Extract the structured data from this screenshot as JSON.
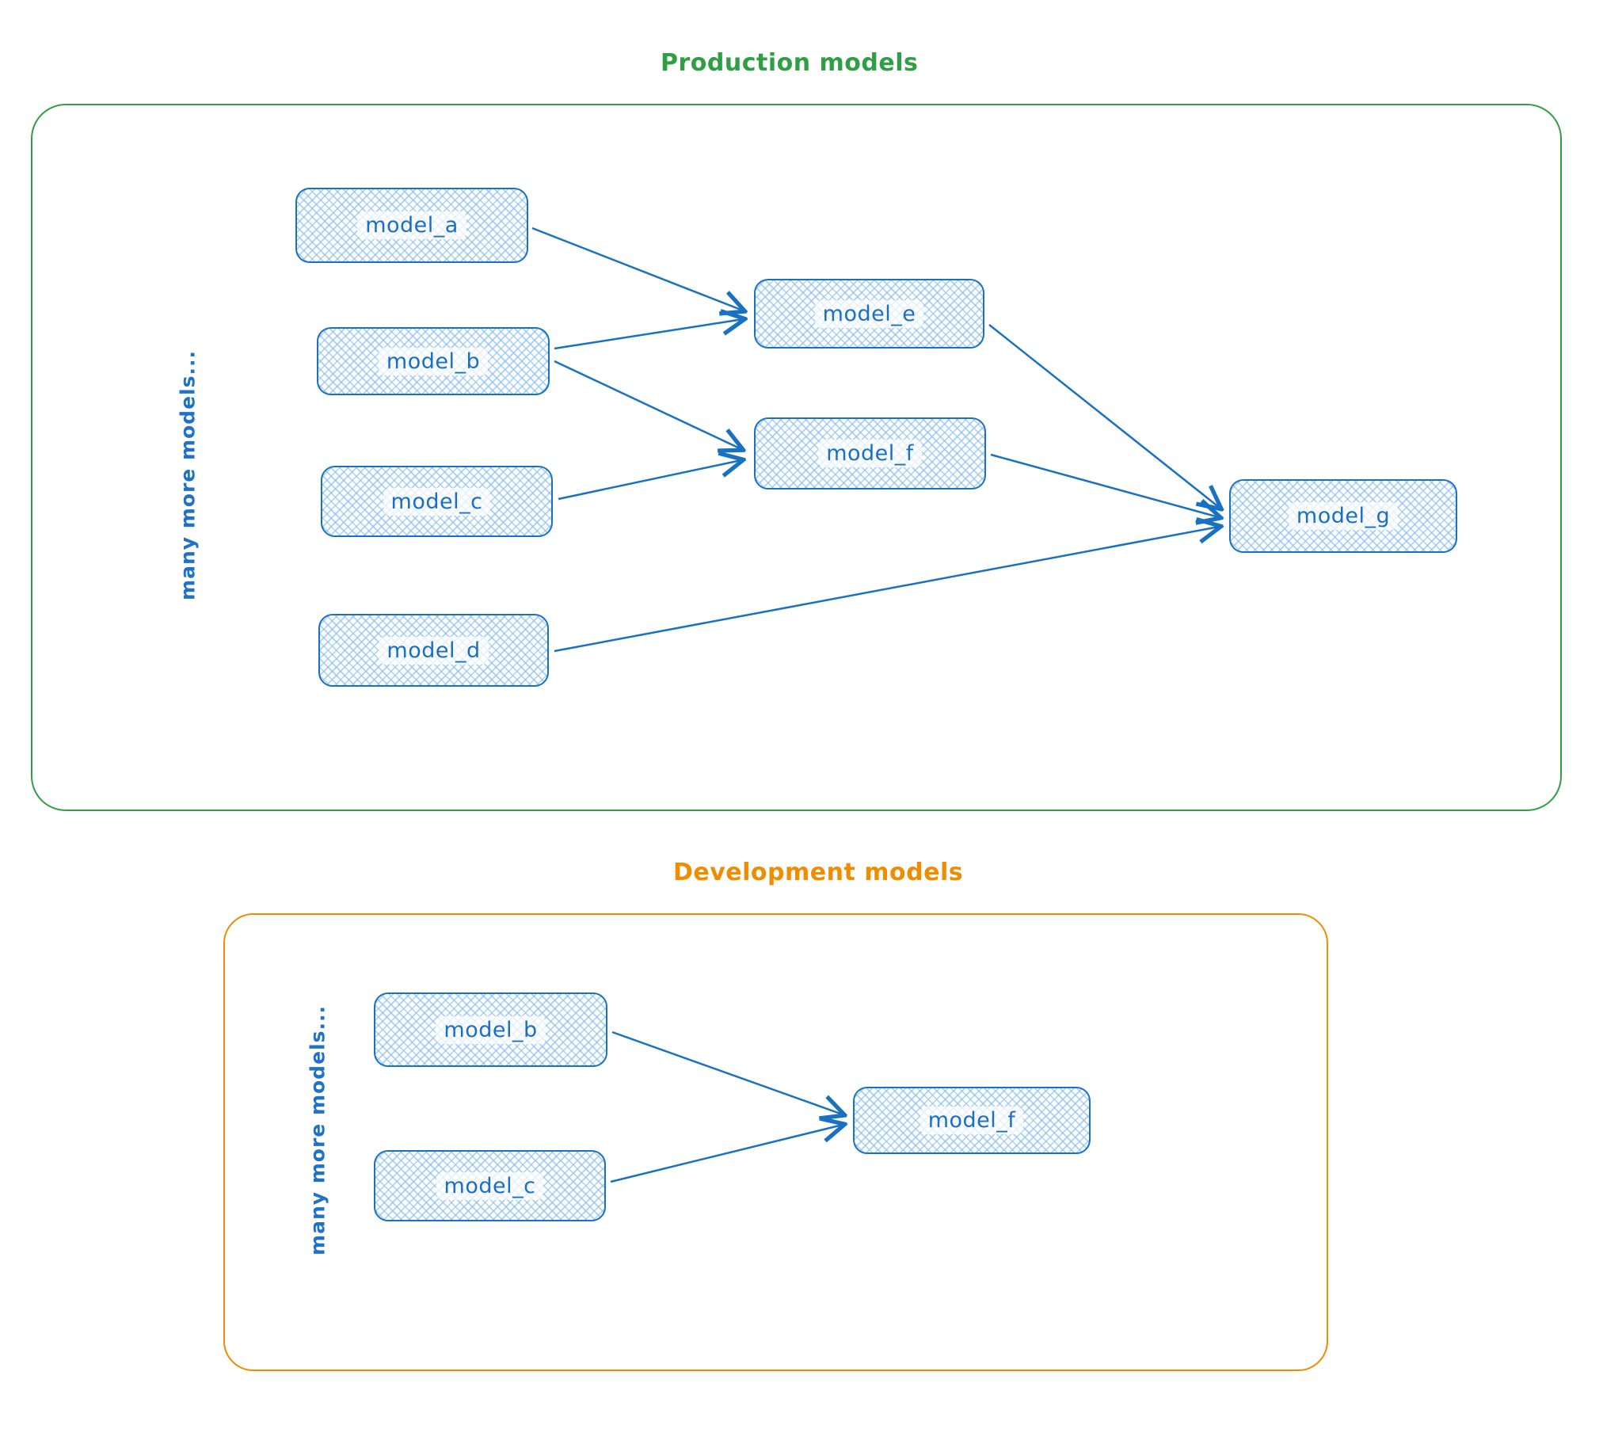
{
  "sections": {
    "production": {
      "title": "Production models",
      "accent_color": "#2f9e44",
      "side_label": "many more models...",
      "nodes": {
        "a": {
          "label": "model_a"
        },
        "b": {
          "label": "model_b"
        },
        "c": {
          "label": "model_c"
        },
        "d": {
          "label": "model_d"
        },
        "e": {
          "label": "model_e"
        },
        "f": {
          "label": "model_f"
        },
        "g": {
          "label": "model_g"
        }
      },
      "edges": [
        {
          "from": "model_a",
          "to": "model_e"
        },
        {
          "from": "model_b",
          "to": "model_e"
        },
        {
          "from": "model_b",
          "to": "model_f"
        },
        {
          "from": "model_c",
          "to": "model_f"
        },
        {
          "from": "model_e",
          "to": "model_g"
        },
        {
          "from": "model_f",
          "to": "model_g"
        },
        {
          "from": "model_d",
          "to": "model_g"
        }
      ]
    },
    "development": {
      "title": "Development models",
      "accent_color": "#f08c00",
      "side_label": "many more models...",
      "nodes": {
        "b": {
          "label": "model_b"
        },
        "c": {
          "label": "model_c"
        },
        "f": {
          "label": "model_f"
        }
      },
      "edges": [
        {
          "from": "model_b",
          "to": "model_f"
        },
        {
          "from": "model_c",
          "to": "model_f"
        }
      ]
    }
  },
  "node_style": {
    "stroke_color": "#1971c2",
    "hatch_fill_color": "#a5d8ff",
    "text_color": "#1a6fc4"
  }
}
